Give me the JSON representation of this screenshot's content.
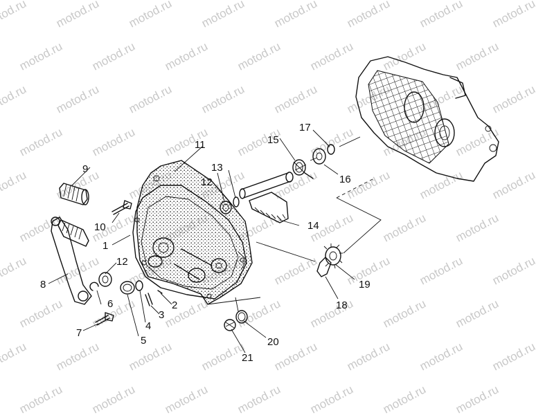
{
  "watermark": "motod.ru",
  "callouts": [
    {
      "id": "1",
      "label": "1"
    },
    {
      "id": "2",
      "label": "2"
    },
    {
      "id": "3",
      "label": "3"
    },
    {
      "id": "4",
      "label": "4"
    },
    {
      "id": "5",
      "label": "5"
    },
    {
      "id": "6",
      "label": "6"
    },
    {
      "id": "7",
      "label": "7"
    },
    {
      "id": "8",
      "label": "8"
    },
    {
      "id": "9",
      "label": "9"
    },
    {
      "id": "10",
      "label": "10"
    },
    {
      "id": "11",
      "label": "11"
    },
    {
      "id": "12a",
      "label": "12"
    },
    {
      "id": "12b",
      "label": "12"
    },
    {
      "id": "13",
      "label": "13"
    },
    {
      "id": "14",
      "label": "14"
    },
    {
      "id": "15",
      "label": "15"
    },
    {
      "id": "16",
      "label": "16"
    },
    {
      "id": "17",
      "label": "17"
    },
    {
      "id": "18",
      "label": "18"
    },
    {
      "id": "19",
      "label": "19"
    },
    {
      "id": "20",
      "label": "20"
    },
    {
      "id": "21",
      "label": "21"
    }
  ]
}
